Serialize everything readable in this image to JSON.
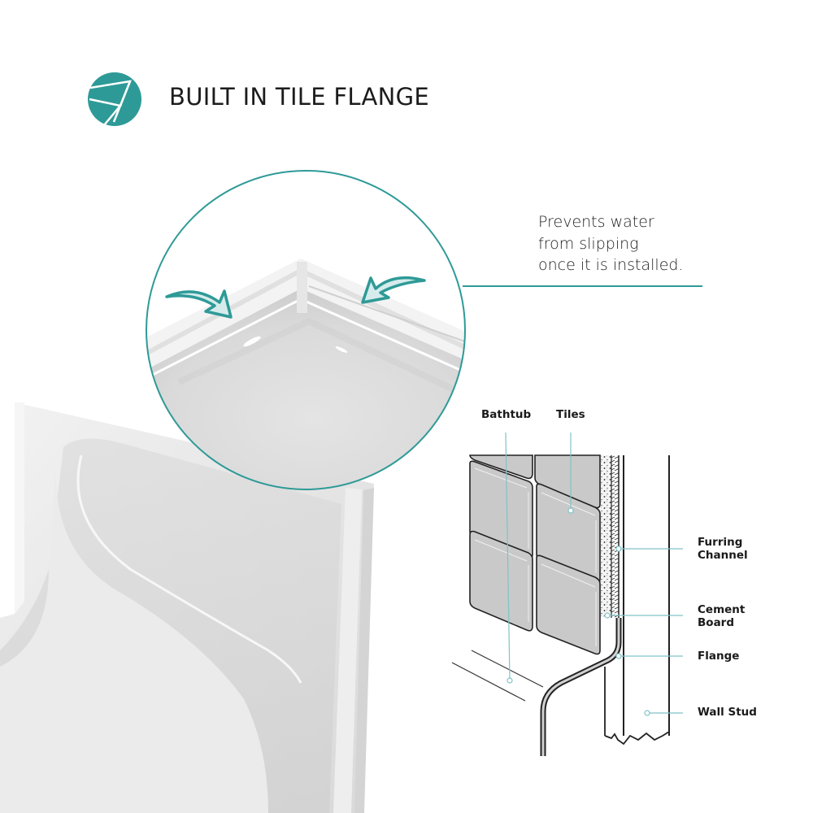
{
  "header": {
    "title": "BUILT IN TILE FLANGE",
    "icon": "tile-flange-badge-icon"
  },
  "callout": {
    "lines": [
      "Prevents water",
      "from slipping",
      "once it is installed."
    ]
  },
  "diagram": {
    "labels": {
      "bathtub": "Bathtub",
      "tiles": "Tiles",
      "furring_channel": [
        "Furring",
        "Channel"
      ],
      "cement_board": [
        "Cement",
        "Board"
      ],
      "flange": "Flange",
      "wall_stud": "Wall Stud"
    }
  },
  "colors": {
    "accent": "#2e9a97",
    "text": "#1c1c1c",
    "tile": "#c9c9c9",
    "leader": "#7fc3c6"
  }
}
